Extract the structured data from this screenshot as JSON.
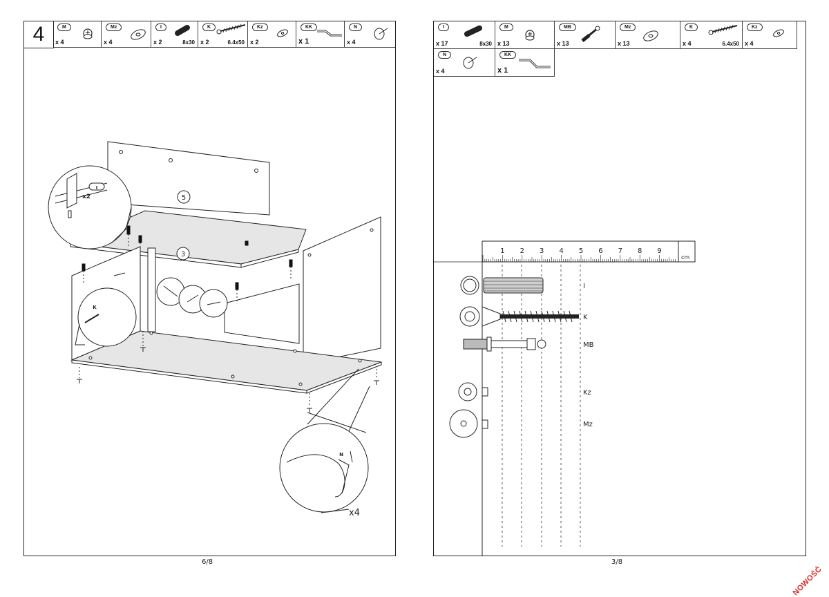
{
  "left_page": {
    "step_number": "4",
    "hardware": [
      {
        "code": "M",
        "qty": "x 4",
        "size": "",
        "icon": "cam-lock-icon"
      },
      {
        "code": "Mz",
        "qty": "x 4",
        "size": "",
        "icon": "cover-cap-icon"
      },
      {
        "code": "I",
        "qty": "x 2",
        "size": "8x30",
        "icon": "dowel-icon"
      },
      {
        "code": "K",
        "qty": "x 2",
        "size": "6.4x50",
        "icon": "screw-icon"
      },
      {
        "code": "Kz",
        "qty": "x 2",
        "size": "",
        "icon": "cover-cap-icon"
      },
      {
        "code": "KK",
        "qty": "x 1",
        "size": "",
        "icon": "allen-key-icon"
      },
      {
        "code": "N",
        "qty": "x 4",
        "size": "",
        "icon": "glide-nail-icon"
      }
    ],
    "callouts": {
      "panel_top": "5",
      "panel_shelf": "3",
      "dowel_code": "I",
      "dowel_count": "x2",
      "screw_code": "K",
      "nail_code": "N",
      "nail_count": "x4"
    },
    "page_number": "6/8"
  },
  "right_page": {
    "hardware": [
      {
        "code": "I",
        "qty": "x 17",
        "size": "8x30",
        "icon": "dowel-icon"
      },
      {
        "code": "M",
        "qty": "x 13",
        "size": "",
        "icon": "cam-lock-icon"
      },
      {
        "code": "MB",
        "qty": "x 13",
        "size": "",
        "icon": "cam-bolt-icon"
      },
      {
        "code": "Mz",
        "qty": "x 13",
        "size": "",
        "icon": "cover-cap-icon"
      },
      {
        "code": "K",
        "qty": "x 4",
        "size": "6.4x50",
        "icon": "screw-icon"
      },
      {
        "code": "Kz",
        "qty": "x 4",
        "size": "",
        "icon": "cover-cap-icon"
      },
      {
        "code": "N",
        "qty": "x 4",
        "size": "",
        "icon": "glide-nail-icon"
      },
      {
        "code": "KK",
        "qty": "x 1",
        "size": "",
        "icon": "allen-key-icon"
      }
    ],
    "ruler": {
      "ticks": [
        "1",
        "2",
        "3",
        "4",
        "5",
        "6",
        "7",
        "8",
        "9"
      ],
      "unit": "cm"
    },
    "parts_labels": [
      "I",
      "K",
      "MB",
      "Kz",
      "Mz"
    ],
    "page_number": "3/8"
  },
  "watermark": "NOWOŚĆ"
}
